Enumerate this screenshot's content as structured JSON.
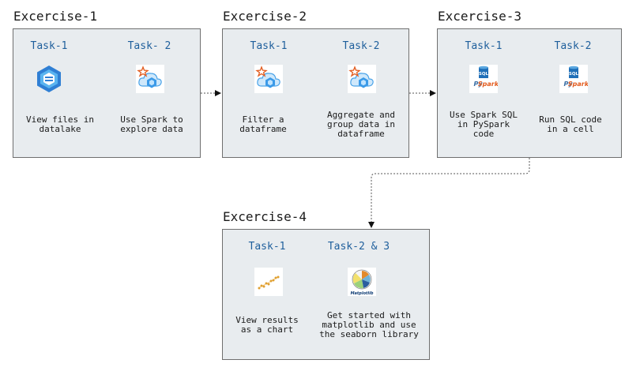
{
  "exercises": [
    {
      "title": "Excercise-1",
      "tasks": [
        {
          "label": "Task-1",
          "desc": "View files in\ndatalake",
          "icon": "synapse-icon"
        },
        {
          "label": "Task- 2",
          "desc": "Use Spark to\nexplore data",
          "icon": "spark-cloud-icon"
        }
      ]
    },
    {
      "title": "Excercise-2",
      "tasks": [
        {
          "label": "Task-1",
          "desc": "Filter a\ndataframe",
          "icon": "spark-cloud-icon"
        },
        {
          "label": "Task-2",
          "desc": "Aggregate and\ngroup data in\ndataframe",
          "icon": "spark-cloud-icon"
        }
      ]
    },
    {
      "title": "Excercise-3",
      "tasks": [
        {
          "label": "Task-1",
          "desc": "Use Spark SQL\nin PySpark\ncode",
          "icon": "pyspark-sql-icon"
        },
        {
          "label": "Task-2",
          "desc": "Run SQL code\nin a cell",
          "icon": "pyspark-sql-icon"
        }
      ]
    },
    {
      "title": "Excercise-4",
      "tasks": [
        {
          "label": "Task-1",
          "desc": "View results\nas a chart",
          "icon": "scatter-chart-icon"
        },
        {
          "label": "Task-2 & 3",
          "desc": "Get started with\nmatplotlib and use\nthe seaborn library",
          "icon": "matplotlib-icon"
        }
      ]
    }
  ],
  "icon_text": {
    "sql": "SQL",
    "py": "Py",
    "spark": "Spark",
    "matplotlib": "Matplotlib"
  },
  "colors": {
    "box_fill": "#e8ecef",
    "task_label": "#1f5f9c",
    "spark_orange": "#e25a1c",
    "azure_blue": "#0078d4"
  }
}
